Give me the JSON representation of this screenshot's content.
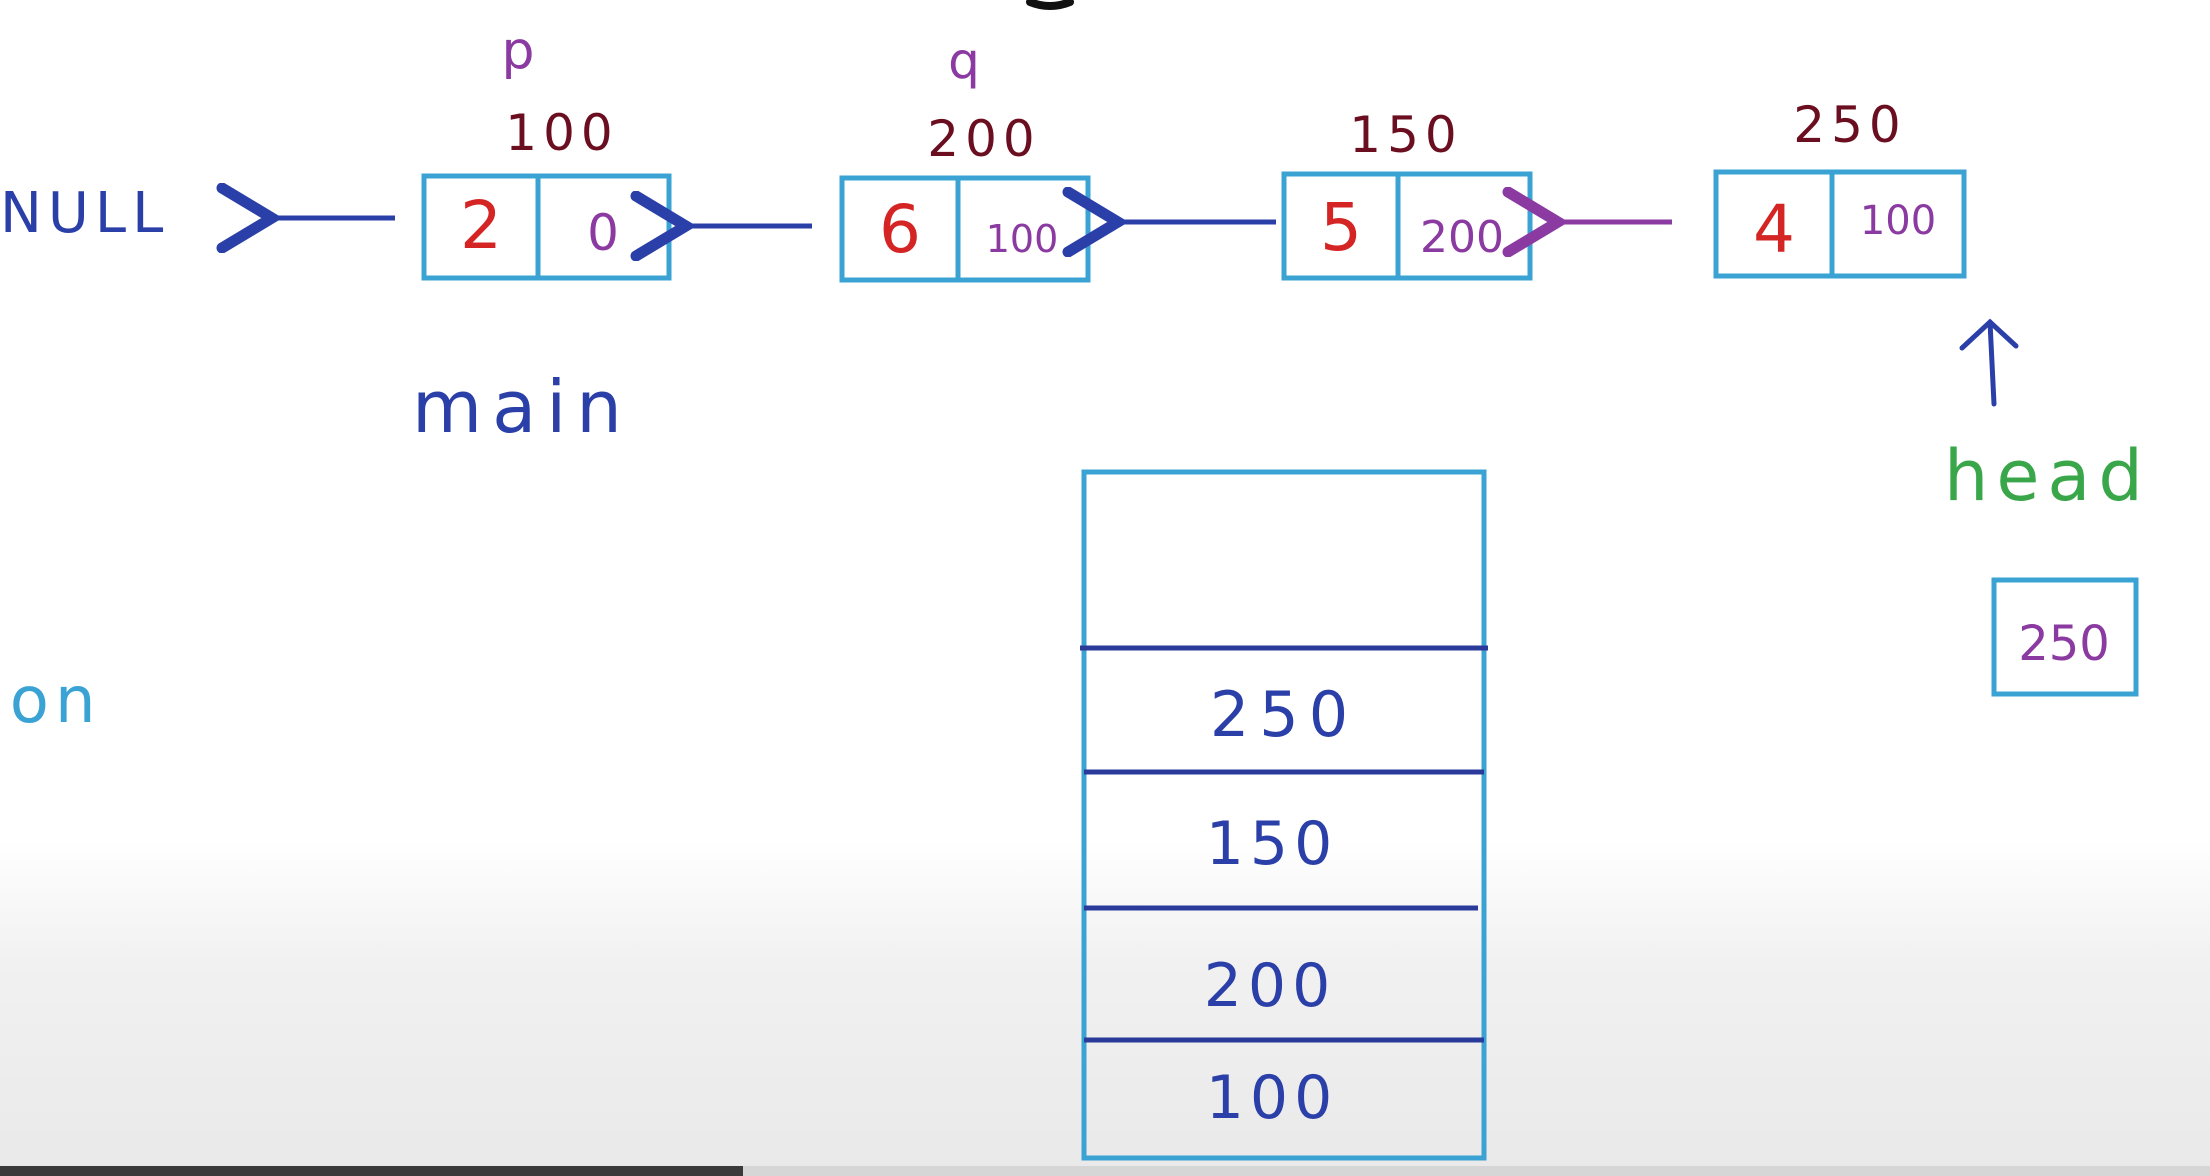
{
  "colors": {
    "box": "#3aa3d4",
    "blue_ink": "#2b3fa8",
    "red_ink": "#d42424",
    "purple_ink": "#8a3aa0",
    "maroon_ink": "#6a0e20",
    "green_ink": "#3aa64a",
    "stack_line": "#2a3a9a"
  },
  "null_label": "NULL",
  "main_label": "main",
  "partial_left_text": "ion",
  "head": {
    "label": "head",
    "value": "250"
  },
  "nodes": [
    {
      "address": "100",
      "data": "2",
      "next": "0",
      "pointer_label": "p"
    },
    {
      "address": "200",
      "data": "6",
      "next": "100",
      "pointer_label": "q"
    },
    {
      "address": "150",
      "data": "5",
      "next": "200",
      "pointer_label": ""
    },
    {
      "address": "250",
      "data": "4",
      "next": "100",
      "pointer_label": ""
    }
  ],
  "stack": {
    "cells": [
      "",
      "250",
      "150",
      "200",
      "100"
    ]
  },
  "video_progress": 0.336
}
